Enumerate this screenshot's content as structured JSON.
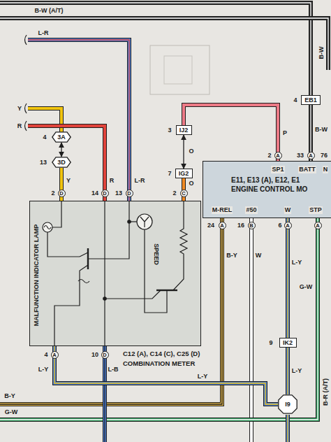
{
  "diagram": {
    "nodes": [
      {
        "text": [
          "EB1"
        ]
      },
      {
        "text": [
          "IJ2"
        ]
      },
      {
        "text": [
          "3A"
        ]
      },
      {
        "text": [
          "3D"
        ]
      },
      {
        "text": [
          "IG2"
        ]
      },
      {
        "text": [
          "E11, E13 (A), E12, E1",
          "ENGINE CONTROL MO"
        ]
      },
      {
        "text": [
          "MALFUNCTION INDICATOR LAMP",
          "SPEED",
          "C12 (A), C14 (C), C25 (D)",
          "COMBINATION METER"
        ]
      },
      {
        "text": [
          "IK2"
        ]
      },
      {
        "text": [
          "I9"
        ]
      }
    ],
    "edges": [
      {
        "from": 0,
        "to": 5,
        "arrow": "none"
      },
      {
        "from": 1,
        "to": 4,
        "arrow": "both"
      },
      {
        "from": 2,
        "to": 3,
        "arrow": "both"
      },
      {
        "from": 3,
        "to": 6,
        "arrow": "none"
      },
      {
        "from": 4,
        "to": 6,
        "arrow": "none"
      },
      {
        "from": 1,
        "to": 5,
        "arrow": "none"
      },
      {
        "from": 5,
        "to": 7,
        "arrow": "none"
      },
      {
        "from": 7,
        "to": 8,
        "arrow": "none"
      },
      {
        "from": 6,
        "to": 8,
        "arrow": "none"
      }
    ],
    "labels": [
      "B-W (A/T)",
      "L-R",
      "Y",
      "R",
      "4",
      "13",
      "Y",
      "R",
      "L-R",
      "2",
      "D",
      "14",
      "D",
      "13",
      "D",
      "2",
      "C",
      "3",
      "O",
      "7",
      "O",
      "P",
      "4",
      "B-W",
      "2",
      "A",
      "33",
      "A",
      "76",
      "SP1",
      "BATT",
      "N",
      "M-REL",
      "#50",
      "W",
      "STP",
      "24",
      "A",
      "16",
      "B",
      "6",
      "A",
      "A",
      "B-Y",
      "W",
      "L-Y",
      "G-W",
      "9",
      "L-Y",
      "4",
      "A",
      "10",
      "D",
      "L-Y",
      "L-B",
      "L-Y",
      "B-Y",
      "G-W",
      "B-R (A/T)",
      "B-W"
    ]
  }
}
